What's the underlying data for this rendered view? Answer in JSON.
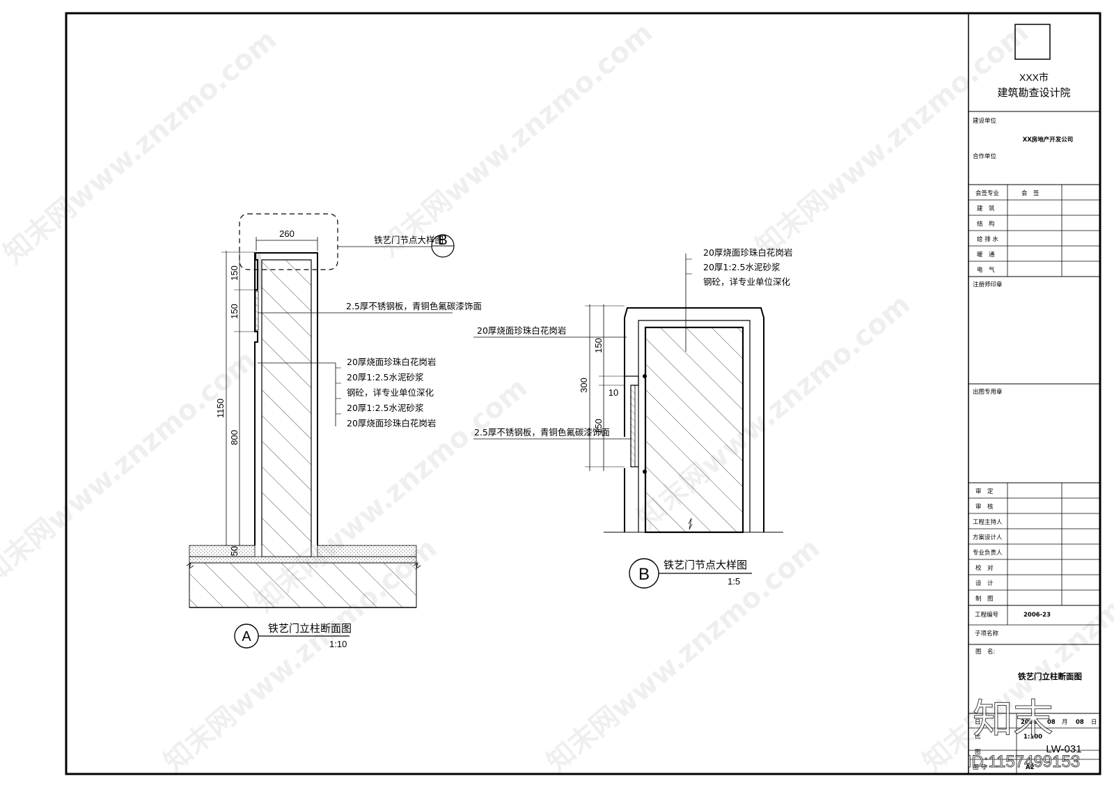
{
  "detail_a": {
    "dim_width": "260",
    "dim_150_a": "150",
    "dim_150_b": "150",
    "dim_1150": "1150",
    "dim_800": "800",
    "dim_50": "50",
    "callout_label": "铁艺门节点大样图",
    "callout_letter": "B",
    "note_steel": "2.5厚不锈钢板，青铜色氟碳漆饰面",
    "notes": [
      "20厚烧面珍珠白花岗岩",
      "20厚1:2.5水泥砂浆",
      "钢砼，详专业单位深化",
      "20厚1:2.5水泥砂浆",
      "20厚烧面珍珠白花岗岩"
    ],
    "title_letter": "A",
    "title": "铁艺门立柱断面图",
    "scale": "1:10"
  },
  "detail_b": {
    "notes_top": [
      "20厚烧面珍珠白花岗岩",
      "20厚1:2.5水泥砂浆",
      "钢砼，详专业单位深化"
    ],
    "note_left": "20厚烧面珍珠白花岗岩",
    "note_steel": "2.5厚不锈钢板，青铜色氟碳漆饰面",
    "dim_150_a": "150",
    "dim_300": "300",
    "dim_10": "10",
    "dim_150_b": "150",
    "title_letter": "B",
    "title": "铁艺门节点大样图",
    "scale": "1:5"
  },
  "title_block": {
    "institute_line1": "XXX市",
    "institute_line2": "建筑勘查设计院",
    "client_label": "建设单位",
    "client": "XX房地产开发公司",
    "partner_label": "合作单位",
    "sign_header": "会签专业",
    "sign_col": "会　签",
    "disciplines": [
      "建　筑",
      "结　构",
      "给 排 水",
      "暖　通",
      "电　气"
    ],
    "engineer_seal": "注册师印章",
    "issue_seal": "出图专用章",
    "roles": [
      "审　定",
      "审　核",
      "工程主持人",
      "方案设计人",
      "专业负责人",
      "校　对",
      "设　计",
      "制　图"
    ],
    "project_no_label": "工程编号",
    "project_no": "2006-23",
    "sub_item_label": "子项名称",
    "drawing_name_label": "图　名:",
    "drawing_name": "铁艺门立柱断面图",
    "date_label": "日",
    "date_year": "2006",
    "date_month": "08",
    "date_month_unit": "月",
    "date_day": "08",
    "date_day_unit": "日",
    "scale_label": "比",
    "scale_value": "1:100",
    "drawing_no_label": "图",
    "drawing_no": "LW-031",
    "sheet_label": "图 号",
    "sheet_size": "A2"
  },
  "overlay": {
    "watermark": "知末网www.znzmo.com",
    "logo": "知末",
    "id": "ID:1157499153"
  }
}
